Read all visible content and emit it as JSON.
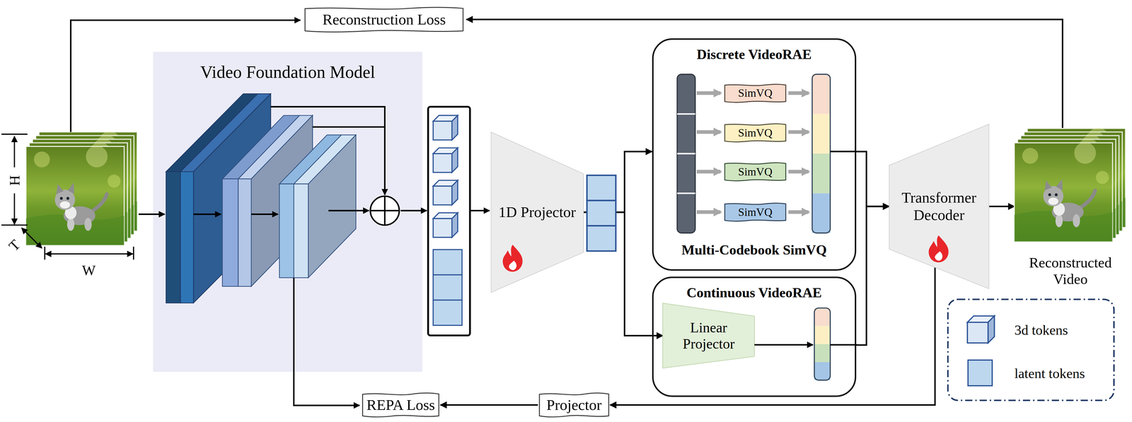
{
  "diagram": {
    "nodes": [
      {
        "text": [
          "Reconstruction Loss"
        ]
      },
      {
        "text": [
          "Video Foundation Model"
        ]
      },
      {
        "text": [
          "1D Projector"
        ]
      },
      {
        "text": [
          "Discrete VideoRAE",
          "Multi-Codebook SimVQ"
        ]
      },
      {
        "text": [
          "SimVQ"
        ],
        "in": 3
      },
      {
        "text": [
          "SimVQ"
        ],
        "in": 3
      },
      {
        "text": [
          "SimVQ"
        ],
        "in": 3
      },
      {
        "text": [
          "SimVQ"
        ],
        "in": 3
      },
      {
        "text": [
          "Continuous VideoRAE"
        ]
      },
      {
        "text": [
          "Linear Projector"
        ],
        "in": 8
      },
      {
        "text": [
          "Transformer Decoder"
        ]
      },
      {
        "text": [
          "Reconstructed Video"
        ]
      },
      {
        "text": [
          "REPA Loss"
        ]
      },
      {
        "text": [
          "Projector"
        ]
      }
    ],
    "edges": [
      {
        "from": 2,
        "to": 3,
        "arrow": "to"
      },
      {
        "from": 2,
        "to": 9,
        "arrow": "to"
      },
      {
        "from": 3,
        "to": 10,
        "arrow": "to"
      },
      {
        "from": 8,
        "to": 10,
        "arrow": "to"
      },
      {
        "from": 10,
        "to": 11,
        "arrow": "to"
      },
      {
        "from": 11,
        "to": 0,
        "arrow": "to"
      },
      {
        "from": 10,
        "to": 13,
        "arrow": "to"
      },
      {
        "from": 13,
        "to": 12,
        "arrow": "to"
      }
    ],
    "labels": [
      "H",
      "T",
      "W"
    ],
    "legend": [
      {
        "text": "3d tokens"
      },
      {
        "text": "latent tokens",
        "color": "#bdd7ee"
      }
    ]
  }
}
